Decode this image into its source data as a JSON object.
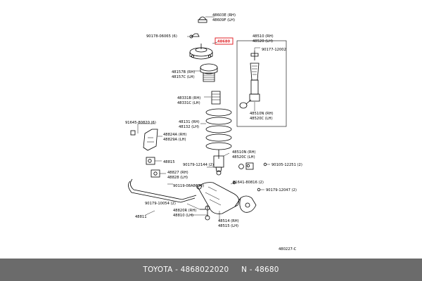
{
  "callouts": {
    "c48603E": "48603E (RH)",
    "c48609F": "48609F (LH)",
    "c90178_06065": "90178-06065 (6)",
    "c48680": "48680",
    "c48510": "48510 (RH)",
    "c48520": "48520 (LH)",
    "c90177_12002": "90177-12002",
    "c48157B": "48157B (RH)",
    "c48157C": "48157C (LH)",
    "c48331B": "48331B (RH)",
    "c48331C": "48331C (LH)",
    "c48510N": "48510N (RH)",
    "c48520C": "48520C (LH)",
    "c91645": "91645-80820 (6)",
    "c48131": "48131 (RH)",
    "c48132": "48132 (LH)",
    "c48824A": "48824A (RH)",
    "c48829A": "48829A (LH)",
    "c48510N2": "48510N (RH)",
    "c48520C2": "48520C (LH)",
    "c90105": "90105-12251 (2)",
    "c48815": "48815",
    "c90179_12144": "90179-12144 (2)",
    "c48827": "48827 (RH)",
    "c48828": "48828 (LH)",
    "c91641": "91641-80816 (2)",
    "c90119": "90119-08A86 (4)",
    "c90179_12047": "90179-12047 (2)",
    "c90179_10054": "90179-10054 (2)",
    "c48820R": "48820R (RH)",
    "c48810": "48810 (LH)",
    "c48811": "48811",
    "c48514": "48514 (RH)",
    "c48515": "48515 (LH)",
    "diagram_code": "480227-C"
  },
  "highlight_color": "#e0262b",
  "footer": {
    "text": "TOYOTA - 4868022020     N - 48680"
  }
}
